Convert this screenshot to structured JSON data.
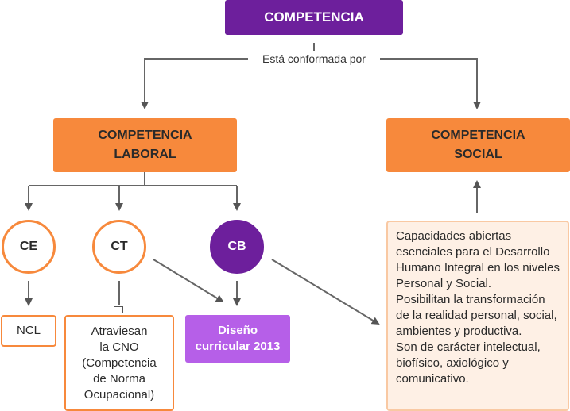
{
  "root": {
    "label": "COMPETENCIA"
  },
  "connector_label": "Está conformada por",
  "laboral": {
    "line1": "COMPETENCIA",
    "line2": "LABORAL"
  },
  "social": {
    "line1": "COMPETENCIA",
    "line2": "SOCIAL"
  },
  "circles": {
    "ce": "CE",
    "ct": "CT",
    "cb": "CB"
  },
  "leaves": {
    "ncl": "NCL",
    "ct_lines": [
      "Atraviesan",
      "la CNO",
      "(Competencia",
      "de Norma",
      "Ocupacional)"
    ],
    "cb_lines": [
      "Diseño",
      "curricular 2013"
    ]
  },
  "description": {
    "para1": "Capacidades abiertas esenciales para el Desarrollo Humano Integral en los niveles Personal y Social.",
    "para2": "Posibilitan la transformación de la realidad personal, social, ambientes y productiva.",
    "para3": "Son de carácter intelectual, biofísico, axiológico y comunicativo."
  },
  "colors": {
    "purple_dark": "#6d1f9c",
    "orange": "#f7893c",
    "violet": "#b65fe8",
    "peach_bg": "#fef0e5",
    "line": "#666666"
  }
}
